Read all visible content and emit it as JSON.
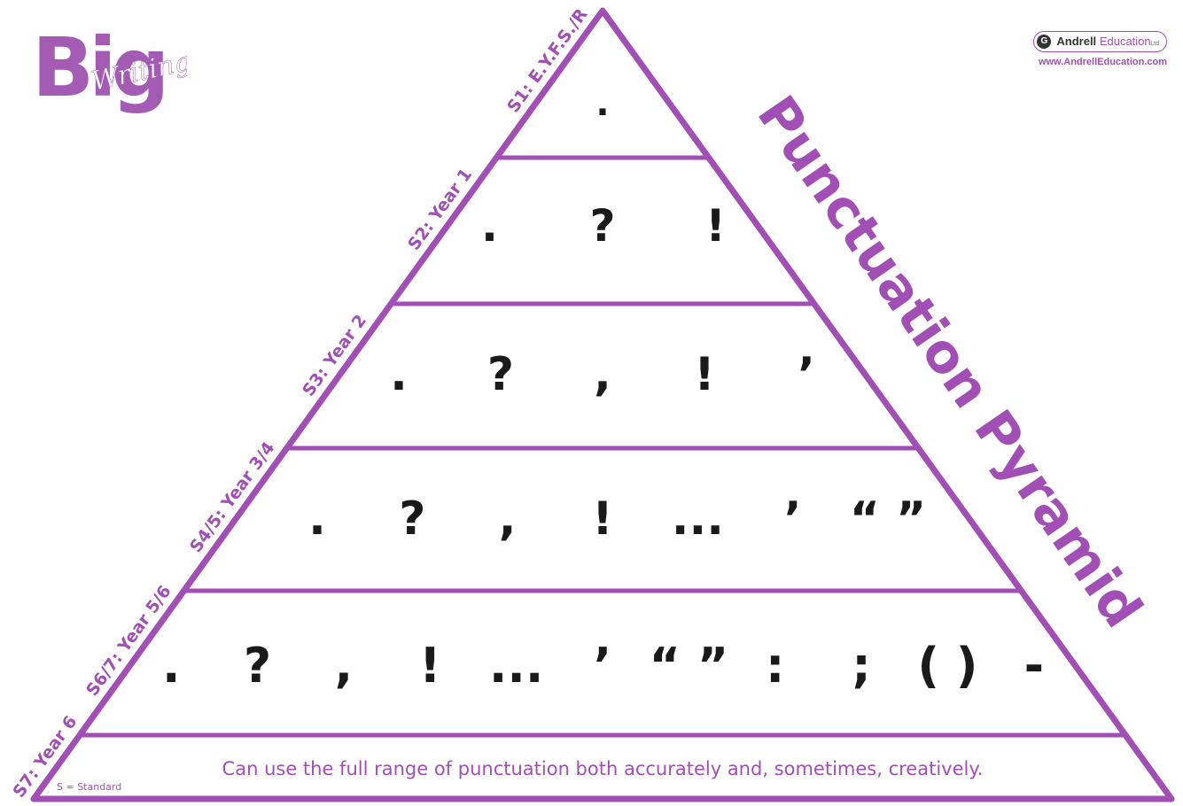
{
  "colors": {
    "accent": "#a14fb5",
    "logo": "#a35bb4",
    "symbols": "#1a1a1a"
  },
  "logo": {
    "word_big": "Big",
    "word_writing": "Writing"
  },
  "publisher": {
    "icon": "g-circle-icon",
    "icon_letter": "G",
    "name_bold": "Andrell",
    "name_light": "Education",
    "suffix": "Ltd",
    "url": "www.AndrellEducation.com"
  },
  "title": "Punctuation Pyramid",
  "levels": [
    {
      "label": "S1: E.Y.F.S./R",
      "symbols": [
        "."
      ]
    },
    {
      "label": "S2: Year 1",
      "symbols": [
        ".",
        "?",
        "!"
      ]
    },
    {
      "label": "S3: Year 2",
      "symbols": [
        ".",
        "?",
        ",",
        "!",
        "’"
      ]
    },
    {
      "label": "S4/5: Year 3/4",
      "symbols": [
        ".",
        "?",
        ",",
        "!",
        "...",
        "’",
        "“ ”"
      ]
    },
    {
      "label": "S6/7: Year 5/6",
      "symbols": [
        ".",
        "?",
        ",",
        "!",
        "...",
        "’",
        "“ ”",
        ":",
        ";",
        "( )",
        "-"
      ]
    },
    {
      "label": "S7: Year 6",
      "text": "Can use the full range of punctuation both accurately and, sometimes, creatively."
    }
  ],
  "note": "S = Standard"
}
